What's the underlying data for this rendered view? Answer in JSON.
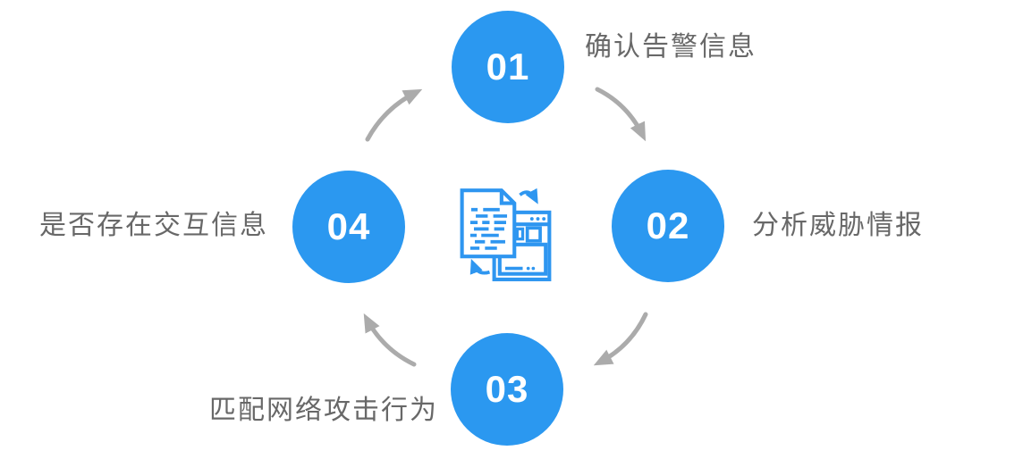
{
  "diagram": {
    "steps": [
      {
        "number": "01",
        "label": "确认告警信息"
      },
      {
        "number": "02",
        "label": "分析威胁情报"
      },
      {
        "number": "03",
        "label": "匹配网络攻击行为"
      },
      {
        "number": "04",
        "label": "是否存在交互信息"
      }
    ],
    "center_icon": "document-sync-icon",
    "colors": {
      "circle_blue": "#2B98F0",
      "icon_blue": "#2E96F0",
      "arrow_gray": "#ABABAB",
      "label_gray": "#686868",
      "number_white": "#FFFFFF",
      "background": "#FFFFFF"
    }
  }
}
